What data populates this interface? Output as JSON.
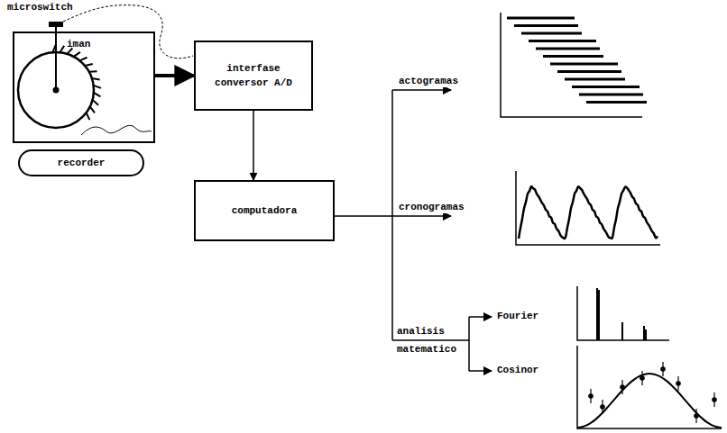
{
  "diagram": {
    "nodes": [
      {
        "text": [
          "iman"
        ]
      },
      {
        "text": [
          "recorder"
        ]
      },
      {
        "text": [
          "interfase conversor A/D"
        ]
      },
      {
        "text": [
          "computadora"
        ]
      }
    ],
    "edges": [
      {
        "from": 0,
        "to": 2,
        "arrow": "to"
      },
      {
        "from": 2,
        "to": 3,
        "arrow": "to"
      }
    ],
    "labels": [
      "microswitch",
      "actogramas",
      "cronogramas",
      "analisis",
      "matematico",
      "Fourier",
      "Cosinor"
    ]
  }
}
